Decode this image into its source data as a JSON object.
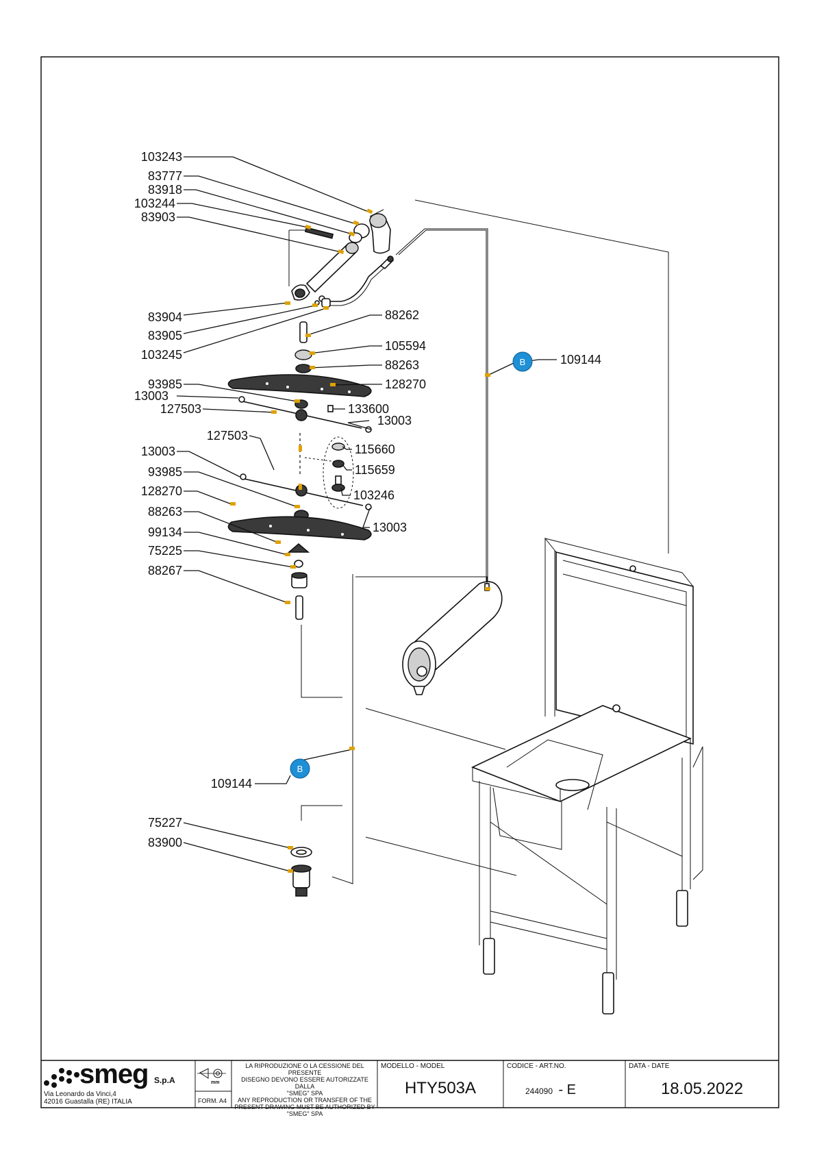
{
  "callouts": [
    {
      "id": "c1",
      "label": "103243"
    },
    {
      "id": "c2",
      "label": "83777"
    },
    {
      "id": "c3",
      "label": "83918"
    },
    {
      "id": "c4",
      "label": "103244"
    },
    {
      "id": "c5",
      "label": "83903"
    },
    {
      "id": "c6",
      "label": "83904"
    },
    {
      "id": "c7",
      "label": "83905"
    },
    {
      "id": "c8",
      "label": "103245"
    },
    {
      "id": "c9",
      "label": "88262"
    },
    {
      "id": "c10",
      "label": "105594"
    },
    {
      "id": "c11",
      "label": "88263"
    },
    {
      "id": "c12",
      "label": "128270"
    },
    {
      "id": "c13",
      "label": "93985"
    },
    {
      "id": "c14",
      "label": "13003"
    },
    {
      "id": "c15",
      "label": "127503"
    },
    {
      "id": "c16",
      "label": "133600"
    },
    {
      "id": "c17",
      "label": "13003"
    },
    {
      "id": "c18",
      "label": "127503"
    },
    {
      "id": "c19",
      "label": "115660"
    },
    {
      "id": "c20",
      "label": "13003"
    },
    {
      "id": "c21",
      "label": "115659"
    },
    {
      "id": "c22",
      "label": "93985"
    },
    {
      "id": "c23",
      "label": "103246"
    },
    {
      "id": "c24",
      "label": "128270"
    },
    {
      "id": "c25",
      "label": "13003"
    },
    {
      "id": "c26",
      "label": "88263"
    },
    {
      "id": "c27",
      "label": "99134"
    },
    {
      "id": "c28",
      "label": "75225"
    },
    {
      "id": "c29",
      "label": "88267"
    },
    {
      "id": "c30",
      "label": "109144"
    },
    {
      "id": "c31",
      "label": "109144"
    },
    {
      "id": "c32",
      "label": "75227"
    },
    {
      "id": "c33",
      "label": "83900"
    }
  ],
  "badges": [
    {
      "id": "b1",
      "letter": "B",
      "color": "#1f8fd6"
    },
    {
      "id": "b2",
      "letter": "B",
      "color": "#1f8fd6"
    }
  ],
  "accent_arrow_color": "#e0a100",
  "title_block": {
    "brand": "smeg",
    "brand_suffix": "S.p.A",
    "address_line1": "Via Leonardo da Vinci,4",
    "address_line2": "42016  Guastalla (RE) ITALIA",
    "unit": "mm",
    "format": "FORM. A4",
    "notice": [
      "LA RIPRODUZIONE O LA CESSIONE DEL PRESENTE",
      "DISEGNO DEVONO ESSERE AUTORIZZATE DALLA",
      "\"SMEG\" SPA",
      "ANY REPRODUCTION OR TRANSFER OF THE",
      "PRESENT DRAWING MUST BE AUTHORIZED BY",
      "\"SMEG\" SPA"
    ],
    "model_header": "MODELLO - MODEL",
    "model_value": "HTY503A",
    "code_header": "CODICE - ART.NO.",
    "code_value": "244090",
    "code_revision": "- E",
    "date_header": "DATA - DATE",
    "date_value": "18.05.2022"
  }
}
